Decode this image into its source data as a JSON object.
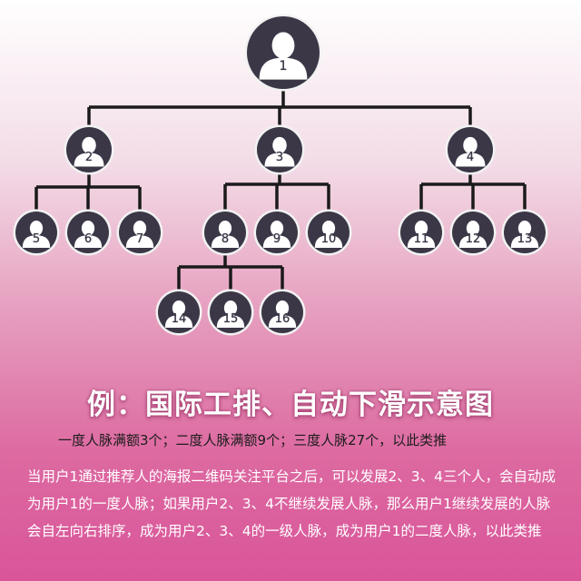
{
  "nodes": [
    {
      "id": "1",
      "label": "1"
    },
    {
      "id": "2",
      "label": "2"
    },
    {
      "id": "3",
      "label": "3"
    },
    {
      "id": "4",
      "label": "4"
    },
    {
      "id": "5",
      "label": "5"
    },
    {
      "id": "6",
      "label": "6"
    },
    {
      "id": "7",
      "label": "7"
    },
    {
      "id": "8",
      "label": "8"
    },
    {
      "id": "9",
      "label": "9"
    },
    {
      "id": "10",
      "label": "10"
    },
    {
      "id": "11",
      "label": "11"
    },
    {
      "id": "12",
      "label": "12"
    },
    {
      "id": "13",
      "label": "13"
    },
    {
      "id": "14",
      "label": "14"
    },
    {
      "id": "15",
      "label": "15"
    },
    {
      "id": "16",
      "label": "16"
    }
  ],
  "edges": [
    [
      "1",
      "2"
    ],
    [
      "1",
      "3"
    ],
    [
      "1",
      "4"
    ],
    [
      "2",
      "5"
    ],
    [
      "2",
      "6"
    ],
    [
      "2",
      "7"
    ],
    [
      "3",
      "8"
    ],
    [
      "3",
      "9"
    ],
    [
      "3",
      "10"
    ],
    [
      "4",
      "11"
    ],
    [
      "4",
      "12"
    ],
    [
      "4",
      "13"
    ],
    [
      "8",
      "14"
    ],
    [
      "8",
      "15"
    ],
    [
      "8",
      "16"
    ]
  ],
  "colors": {
    "node_fill": "#3b3747",
    "node_ring": "#f2f2f2",
    "connector": "#1a1a1a",
    "avatar": "#ffffff"
  },
  "title": "例：国际工排、自动下滑示意图",
  "subtitle": "一度人脉满额3个；二度人脉满额9个；三度人脉27个，以此类推",
  "description": "当用户1通过推荐人的海报二维码关注平台之后，可以发展2、3、4三个人，会自动成为用户1的一度人脉；如果用户2、3、4不继续发展人脉，那么用户1继续发展的人脉会自左向右排序，成为用户2、3、4的一级人脉，成为用户1的二度人脉，以此类推"
}
